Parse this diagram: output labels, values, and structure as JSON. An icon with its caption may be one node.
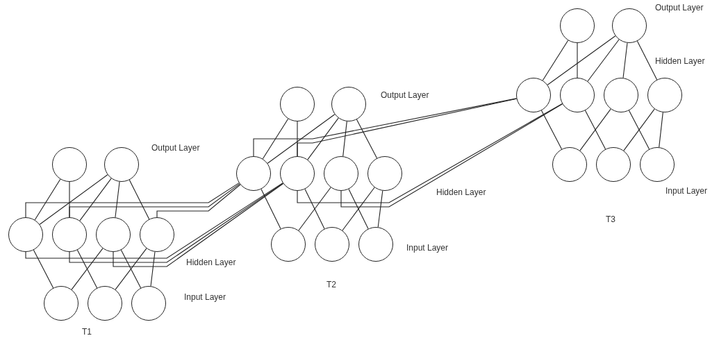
{
  "diagram": {
    "nodes": [
      {
        "text": [],
        "shape": "circle"
      },
      {
        "text": [],
        "shape": "circle"
      },
      {
        "text": [],
        "shape": "circle"
      },
      {
        "text": [],
        "shape": "circle"
      },
      {
        "text": [],
        "shape": "circle"
      },
      {
        "text": [],
        "shape": "circle"
      },
      {
        "text": [],
        "shape": "circle"
      },
      {
        "text": [],
        "shape": "circle"
      },
      {
        "text": [],
        "shape": "circle"
      },
      {
        "text": [],
        "shape": "circle"
      },
      {
        "text": [],
        "shape": "circle"
      },
      {
        "text": [],
        "shape": "circle"
      },
      {
        "text": [],
        "shape": "circle"
      },
      {
        "text": [],
        "shape": "circle"
      },
      {
        "text": [],
        "shape": "circle"
      },
      {
        "text": [],
        "shape": "circle"
      },
      {
        "text": [],
        "shape": "circle"
      },
      {
        "text": [],
        "shape": "circle"
      },
      {
        "text": [],
        "shape": "circle"
      },
      {
        "text": [],
        "shape": "circle"
      },
      {
        "text": [],
        "shape": "circle"
      },
      {
        "text": [],
        "shape": "circle"
      },
      {
        "text": [],
        "shape": "circle"
      },
      {
        "text": [],
        "shape": "circle"
      },
      {
        "text": [],
        "shape": "circle"
      },
      {
        "text": [],
        "shape": "circle"
      },
      {
        "text": [],
        "shape": "circle"
      }
    ],
    "edges": [
      {
        "from": 0,
        "to": 2,
        "arrow": "none"
      },
      {
        "from": 0,
        "to": 3,
        "arrow": "none"
      },
      {
        "from": 1,
        "to": 2,
        "arrow": "none"
      },
      {
        "from": 1,
        "to": 3,
        "arrow": "none"
      },
      {
        "from": 1,
        "to": 4,
        "arrow": "none"
      },
      {
        "from": 1,
        "to": 5,
        "arrow": "none"
      },
      {
        "from": 2,
        "to": 6,
        "arrow": "none"
      },
      {
        "from": 3,
        "to": 7,
        "arrow": "none"
      },
      {
        "from": 4,
        "to": 6,
        "arrow": "none"
      },
      {
        "from": 4,
        "to": 8,
        "arrow": "none"
      },
      {
        "from": 5,
        "to": 7,
        "arrow": "none"
      },
      {
        "from": 5,
        "to": 8,
        "arrow": "none"
      },
      {
        "from": 9,
        "to": 11,
        "arrow": "none"
      },
      {
        "from": 9,
        "to": 12,
        "arrow": "none"
      },
      {
        "from": 10,
        "to": 11,
        "arrow": "none"
      },
      {
        "from": 10,
        "to": 12,
        "arrow": "none"
      },
      {
        "from": 10,
        "to": 13,
        "arrow": "none"
      },
      {
        "from": 10,
        "to": 14,
        "arrow": "none"
      },
      {
        "from": 11,
        "to": 15,
        "arrow": "none"
      },
      {
        "from": 12,
        "to": 16,
        "arrow": "none"
      },
      {
        "from": 13,
        "to": 15,
        "arrow": "none"
      },
      {
        "from": 13,
        "to": 17,
        "arrow": "none"
      },
      {
        "from": 14,
        "to": 16,
        "arrow": "none"
      },
      {
        "from": 14,
        "to": 17,
        "arrow": "none"
      },
      {
        "from": 18,
        "to": 20,
        "arrow": "none"
      },
      {
        "from": 18,
        "to": 21,
        "arrow": "none"
      },
      {
        "from": 19,
        "to": 20,
        "arrow": "none"
      },
      {
        "from": 19,
        "to": 21,
        "arrow": "none"
      },
      {
        "from": 19,
        "to": 22,
        "arrow": "none"
      },
      {
        "from": 19,
        "to": 23,
        "arrow": "none"
      },
      {
        "from": 20,
        "to": 24,
        "arrow": "none"
      },
      {
        "from": 21,
        "to": 25,
        "arrow": "none"
      },
      {
        "from": 22,
        "to": 24,
        "arrow": "none"
      },
      {
        "from": 22,
        "to": 26,
        "arrow": "none"
      },
      {
        "from": 23,
        "to": 25,
        "arrow": "none"
      },
      {
        "from": 23,
        "to": 26,
        "arrow": "none"
      },
      {
        "from": 11,
        "to": 2,
        "arrow": "none"
      },
      {
        "from": 11,
        "to": 3,
        "arrow": "none"
      },
      {
        "from": 11,
        "to": 5,
        "arrow": "none"
      },
      {
        "from": 12,
        "to": 2,
        "arrow": "none"
      },
      {
        "from": 12,
        "to": 3,
        "arrow": "none"
      },
      {
        "from": 12,
        "to": 4,
        "arrow": "none"
      },
      {
        "from": 20,
        "to": 11,
        "arrow": "none"
      },
      {
        "from": 20,
        "to": 12,
        "arrow": "none"
      },
      {
        "from": 21,
        "to": 12,
        "arrow": "none"
      },
      {
        "from": 21,
        "to": 13,
        "arrow": "none"
      }
    ],
    "labels": [
      "Output Layer",
      "Hidden Layer",
      "Output Layer",
      "Output Layer",
      "Input Layer",
      "Hidden Layer",
      "T3",
      "Input Layer",
      "Hidden Layer",
      "T2",
      "Input Layer",
      "T1"
    ]
  }
}
